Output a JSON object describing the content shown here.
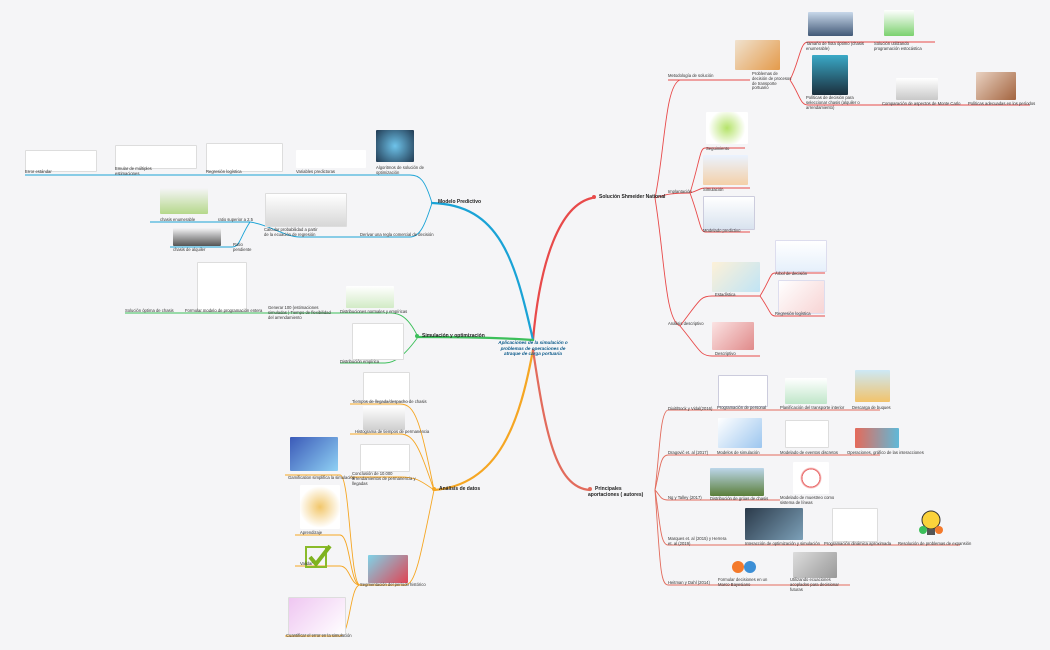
{
  "center_title": "Aplicaciones de la simulación o problemas de operaciones de atraque de carga portuaria",
  "colors": {
    "red": "#e84a4a",
    "blue": "#1aa3d6",
    "green": "#3cbf5a",
    "orange": "#f5a623",
    "line": "#e26b5c"
  },
  "branches": {
    "solucion": "Solución Shmeider National",
    "modelo": "Modelo Predictivo",
    "simulacion": "Simulación y optimización",
    "analisis": "Análisis de datos",
    "aportaciones": "Principales aportaciones ( autores)"
  },
  "solucion": {
    "metodologia": "Metodología de solución",
    "problemas": "Problemas de decisión de procesos de transporte portuario",
    "tamano": "Tamaño de flota óptimo (chasis enumerable)",
    "solucion_opt": "Solución utilizando programación estocástica",
    "politicas": "Políticas de decisión para seleccionar chasis (alquiler o arrendamiento)",
    "comparacion": "Comparación de aspectos de Monte Carlo",
    "politicas2": "Políticas adecuadas en los períodos",
    "implantacion": "Implantación",
    "seguimiento": "Seguimiento",
    "simulacion": "Simulación",
    "modelo_pred": "Modelado predictivo",
    "analisis": "Análisis descriptivo",
    "estadistica": "Estadística",
    "arbol": "Árbol de decisión",
    "regresion": "Regresión logística",
    "descriptivo": "Descriptivo"
  },
  "modelo": {
    "estimador": "Error estándar",
    "emular": "Emular de múltiples estimaciones",
    "regresion": "Regresión logística",
    "variables": "Variables predictoras",
    "algoritmos": "Algoritmos de solución de optimización",
    "chasis_enum": "chasis enumerable",
    "ratio": "ratio superior a 2.5",
    "calcular": "Calcular probabilidad a partir de la ecuación de regresión",
    "derivar": "Derivar una regla comercial de decisión",
    "chasis_alq": "chasis de alquiler",
    "ratio_pend": "Ratio pendiente"
  },
  "simulacion": {
    "solucion_chasis": "Solución óptima de chasis",
    "formular": "Formular modelo de programación entera",
    "generar": "Generar 100 (estimaciones simuladas ) Tiempo de flexibilidad del arrendamiento",
    "distribuciones": "Distribuciones normales y empíricas",
    "empirica": "Distribución empírica"
  },
  "analisis": {
    "tiempos": "Tiempos de llegada/despacho de chasis",
    "histograma": "Histograma de tiempos de permanencia",
    "conclusion": "Conclusión de 10.000 arrendamientos de permanencia y llegadas",
    "gamification": "Gamification simplifica la simulación",
    "aprendizaje": "Aprendizaje",
    "validar": "Validar",
    "segmentacion": "Segmentación del período histórico",
    "cuantificar": "Cuantificar el error en la simulación"
  },
  "aportaciones": {
    "a1": "Dixit/Bock y Vidal(2016)",
    "a1_1": "Programación de personal",
    "a1_2": "Planificación del transporte interior",
    "a1_3": "Descarga de buques",
    "a2": "Dragović et. al (2017)",
    "a2_1": "Modelos de simulación",
    "a2_2": "Modelado de eventos discretos",
    "a2_3": "Operaciones, gráfico de las interacciones",
    "a3": "Ng y Talley (2017)",
    "a3_1": "Distribución de grúas de chasis",
    "a3_2": "Modelado de muestreo como sistema de líneas",
    "a4": "Marques et. al (2015) y Herrera et. al (2019)",
    "a4_1": "Interacción de optimización y simulación",
    "a4_2": "Programación dinámica aproximada",
    "a4_3": "Resolución de problemas de expansión",
    "a5": "Heitman y Dahl (2014)",
    "a5_1": "Formular decisiones en un Marco Bayesiano",
    "a5_2": "Utilizando ecuaciones acoplados para decisionar futuras"
  }
}
